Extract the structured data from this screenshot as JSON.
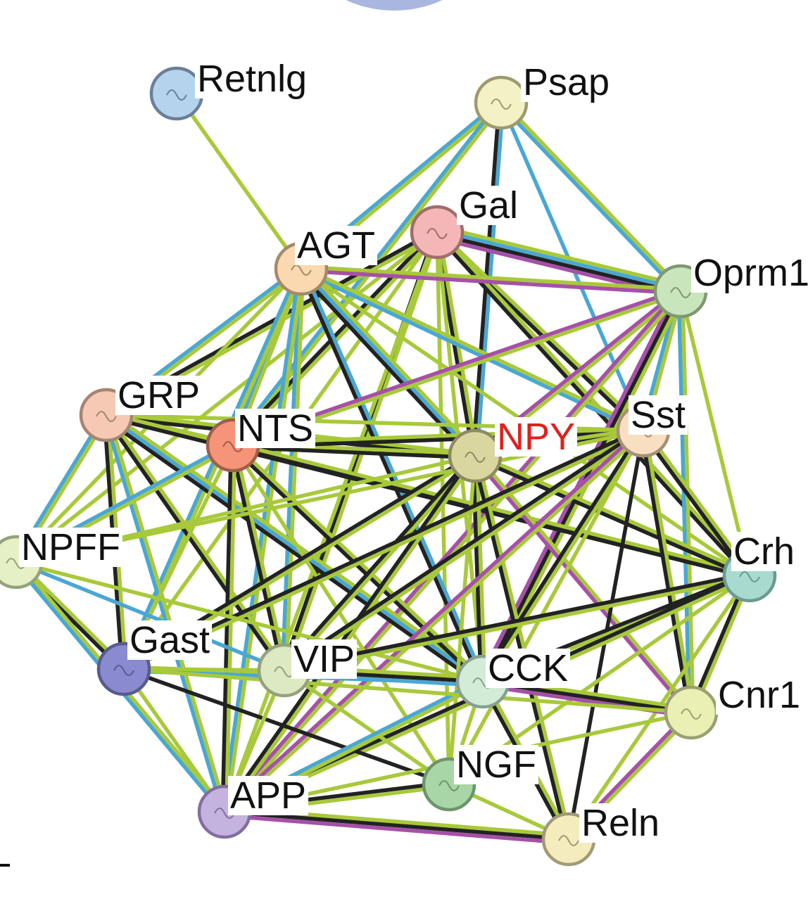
{
  "network": {
    "colors": {
      "textmining": "#a8c93a",
      "database": "#4aa7d3",
      "coexpression": "#222222",
      "experiment": "#a650a8",
      "highlight": "#e0201c",
      "label": "#111111"
    },
    "nodes": [
      {
        "id": "Retnlg",
        "label": "Retnlg",
        "fill": "#b5d3ec",
        "stroke": "#6a7f99"
      },
      {
        "id": "Psap",
        "label": "Psap",
        "fill": "#f2f2c4",
        "stroke": "#9d9a70"
      },
      {
        "id": "Gal",
        "label": "Gal",
        "fill": "#f4b6b6",
        "stroke": "#a06c6c"
      },
      {
        "id": "AGT",
        "label": "AGT",
        "fill": "#fad9b0",
        "stroke": "#a4896a"
      },
      {
        "id": "Oprm1",
        "label": "Oprm1",
        "fill": "#c9e5bb",
        "stroke": "#809873"
      },
      {
        "id": "GRP",
        "label": "GRP",
        "fill": "#f5c9b4",
        "stroke": "#a58571"
      },
      {
        "id": "NTS",
        "label": "NTS",
        "fill": "#f59478",
        "stroke": "#9d5e4c"
      },
      {
        "id": "NPY",
        "label": "NPY",
        "fill": "#d9d6a0",
        "stroke": "#8c8a62",
        "highlight": true
      },
      {
        "id": "Sst",
        "label": "Sst",
        "fill": "#f8dfc1",
        "stroke": "#a69075"
      },
      {
        "id": "NPFF",
        "label": "NPFF",
        "fill": "#e6f0c6",
        "stroke": "#94a27b"
      },
      {
        "id": "Crh",
        "label": "Crh",
        "fill": "#a8dad0",
        "stroke": "#6b9a91"
      },
      {
        "id": "Gast",
        "label": "Gast",
        "fill": "#8a8ad0",
        "stroke": "#5a5a90"
      },
      {
        "id": "VIP",
        "label": "VIP",
        "fill": "#dde9c3",
        "stroke": "#94a27b"
      },
      {
        "id": "CCK",
        "label": "CCK",
        "fill": "#d3ecd8",
        "stroke": "#88a090"
      },
      {
        "id": "Cnr1",
        "label": "Cnr1",
        "fill": "#eaf0b4",
        "stroke": "#9aa070"
      },
      {
        "id": "NGF",
        "label": "NGF",
        "fill": "#a9d6a6",
        "stroke": "#6c956b"
      },
      {
        "id": "APP",
        "label": "APP",
        "fill": "#c4b2df",
        "stroke": "#826f9e"
      },
      {
        "id": "Reln",
        "label": "Reln",
        "fill": "#f4ecbc",
        "stroke": "#a09a78"
      }
    ],
    "edges": [
      {
        "a": "Retnlg",
        "b": "AGT",
        "types": [
          "textmining"
        ]
      },
      {
        "a": "Psap",
        "b": "AGT",
        "types": [
          "textmining",
          "database"
        ]
      },
      {
        "a": "Psap",
        "b": "Oprm1",
        "types": [
          "textmining",
          "database"
        ]
      },
      {
        "a": "Psap",
        "b": "Sst",
        "types": [
          "database"
        ]
      },
      {
        "a": "Psap",
        "b": "NPY",
        "types": [
          "database",
          "coexpression"
        ]
      },
      {
        "a": "Psap",
        "b": "NTS",
        "types": [
          "textmining",
          "database"
        ]
      },
      {
        "a": "Gal",
        "b": "Oprm1",
        "types": [
          "textmining",
          "database",
          "coexpression",
          "experiment"
        ]
      },
      {
        "a": "Gal",
        "b": "GRP",
        "types": [
          "textmining",
          "coexpression"
        ]
      },
      {
        "a": "Gal",
        "b": "NTS",
        "types": [
          "textmining",
          "coexpression"
        ]
      },
      {
        "a": "Gal",
        "b": "NPY",
        "types": [
          "textmining",
          "coexpression"
        ]
      },
      {
        "a": "Gal",
        "b": "Sst",
        "types": [
          "textmining",
          "coexpression"
        ]
      },
      {
        "a": "Gal",
        "b": "NPFF",
        "types": [
          "textmining"
        ]
      },
      {
        "a": "Gal",
        "b": "Crh",
        "types": [
          "textmining",
          "coexpression"
        ]
      },
      {
        "a": "Gal",
        "b": "VIP",
        "types": [
          "textmining",
          "coexpression"
        ]
      },
      {
        "a": "Gal",
        "b": "CCK",
        "types": [
          "textmining"
        ]
      },
      {
        "a": "Gal",
        "b": "Gast",
        "types": [
          "textmining"
        ]
      },
      {
        "a": "Gal",
        "b": "APP",
        "types": [
          "textmining"
        ]
      },
      {
        "a": "Gal",
        "b": "NGF",
        "types": [
          "textmining"
        ]
      },
      {
        "a": "AGT",
        "b": "Oprm1",
        "types": [
          "textmining",
          "experiment"
        ]
      },
      {
        "a": "AGT",
        "b": "GRP",
        "types": [
          "textmining",
          "database"
        ]
      },
      {
        "a": "AGT",
        "b": "NTS",
        "types": [
          "textmining",
          "database"
        ]
      },
      {
        "a": "AGT",
        "b": "NPY",
        "types": [
          "textmining",
          "database",
          "coexpression"
        ]
      },
      {
        "a": "AGT",
        "b": "Sst",
        "types": [
          "textmining",
          "database"
        ]
      },
      {
        "a": "AGT",
        "b": "Crh",
        "types": [
          "textmining"
        ]
      },
      {
        "a": "AGT",
        "b": "Gast",
        "types": [
          "textmining",
          "database"
        ]
      },
      {
        "a": "AGT",
        "b": "VIP",
        "types": [
          "textmining",
          "database"
        ]
      },
      {
        "a": "AGT",
        "b": "CCK",
        "types": [
          "database",
          "coexpression"
        ]
      },
      {
        "a": "AGT",
        "b": "APP",
        "types": [
          "textmining",
          "database"
        ]
      },
      {
        "a": "AGT",
        "b": "NPFF",
        "types": [
          "textmining"
        ]
      },
      {
        "a": "Oprm1",
        "b": "NTS",
        "types": [
          "textmining",
          "experiment"
        ]
      },
      {
        "a": "Oprm1",
        "b": "Sst",
        "types": [
          "textmining",
          "database"
        ]
      },
      {
        "a": "Oprm1",
        "b": "NPY",
        "types": [
          "textmining",
          "experiment"
        ]
      },
      {
        "a": "Oprm1",
        "b": "CCK",
        "types": [
          "textmining",
          "coexpression",
          "experiment"
        ]
      },
      {
        "a": "Oprm1",
        "b": "Crh",
        "types": [
          "textmining"
        ]
      },
      {
        "a": "Oprm1",
        "b": "Cnr1",
        "types": [
          "textmining",
          "database"
        ]
      },
      {
        "a": "Oprm1",
        "b": "APP",
        "types": [
          "textmining",
          "experiment"
        ]
      },
      {
        "a": "GRP",
        "b": "NTS",
        "types": [
          "textmining",
          "coexpression"
        ]
      },
      {
        "a": "GRP",
        "b": "NPY",
        "types": [
          "textmining",
          "coexpression"
        ]
      },
      {
        "a": "GRP",
        "b": "Sst",
        "types": [
          "textmining"
        ]
      },
      {
        "a": "GRP",
        "b": "NPFF",
        "types": [
          "textmining",
          "database"
        ]
      },
      {
        "a": "GRP",
        "b": "Crh",
        "types": [
          "textmining",
          "coexpression"
        ]
      },
      {
        "a": "GRP",
        "b": "Gast",
        "types": [
          "textmining",
          "coexpression"
        ]
      },
      {
        "a": "GRP",
        "b": "VIP",
        "types": [
          "textmining",
          "coexpression"
        ]
      },
      {
        "a": "GRP",
        "b": "CCK",
        "types": [
          "textmining",
          "database",
          "coexpression"
        ]
      },
      {
        "a": "GRP",
        "b": "APP",
        "types": [
          "textmining",
          "database"
        ]
      },
      {
        "a": "NTS",
        "b": "NPY",
        "types": [
          "textmining",
          "coexpression"
        ]
      },
      {
        "a": "NTS",
        "b": "Sst",
        "types": [
          "textmining",
          "coexpression"
        ]
      },
      {
        "a": "NTS",
        "b": "NPFF",
        "types": [
          "textmining",
          "database"
        ]
      },
      {
        "a": "NTS",
        "b": "Crh",
        "types": [
          "textmining",
          "coexpression"
        ]
      },
      {
        "a": "NTS",
        "b": "Gast",
        "types": [
          "textmining"
        ]
      },
      {
        "a": "NTS",
        "b": "VIP",
        "types": [
          "textmining",
          "coexpression"
        ]
      },
      {
        "a": "NTS",
        "b": "CCK",
        "types": [
          "textmining",
          "coexpression"
        ]
      },
      {
        "a": "NTS",
        "b": "APP",
        "types": [
          "textmining",
          "coexpression"
        ]
      },
      {
        "a": "NTS",
        "b": "NGF",
        "types": [
          "textmining"
        ]
      },
      {
        "a": "NPY",
        "b": "Sst",
        "types": [
          "textmining",
          "coexpression"
        ]
      },
      {
        "a": "NPY",
        "b": "NPFF",
        "types": [
          "textmining"
        ]
      },
      {
        "a": "NPY",
        "b": "Crh",
        "types": [
          "textmining",
          "coexpression"
        ]
      },
      {
        "a": "NPY",
        "b": "Gast",
        "types": [
          "textmining",
          "coexpression"
        ]
      },
      {
        "a": "NPY",
        "b": "VIP",
        "types": [
          "textmining",
          "coexpression"
        ]
      },
      {
        "a": "NPY",
        "b": "CCK",
        "types": [
          "textmining",
          "coexpression"
        ]
      },
      {
        "a": "NPY",
        "b": "Cnr1",
        "types": [
          "textmining",
          "experiment"
        ]
      },
      {
        "a": "NPY",
        "b": "NGF",
        "types": [
          "textmining"
        ]
      },
      {
        "a": "NPY",
        "b": "APP",
        "types": [
          "textmining",
          "coexpression"
        ]
      },
      {
        "a": "NPY",
        "b": "Reln",
        "types": [
          "textmining",
          "coexpression"
        ]
      },
      {
        "a": "Sst",
        "b": "Crh",
        "types": [
          "textmining",
          "coexpression"
        ]
      },
      {
        "a": "Sst",
        "b": "Gast",
        "types": [
          "textmining",
          "coexpression"
        ]
      },
      {
        "a": "Sst",
        "b": "VIP",
        "types": [
          "textmining",
          "coexpression"
        ]
      },
      {
        "a": "Sst",
        "b": "CCK",
        "types": [
          "textmining",
          "coexpression"
        ]
      },
      {
        "a": "Sst",
        "b": "Cnr1",
        "types": [
          "textmining",
          "coexpression"
        ]
      },
      {
        "a": "Sst",
        "b": "NGF",
        "types": [
          "textmining"
        ]
      },
      {
        "a": "Sst",
        "b": "APP",
        "types": [
          "textmining",
          "experiment"
        ]
      },
      {
        "a": "Sst",
        "b": "Reln",
        "types": [
          "coexpression"
        ]
      },
      {
        "a": "Sst",
        "b": "NPFF",
        "types": [
          "textmining"
        ]
      },
      {
        "a": "NPFF",
        "b": "Gast",
        "types": [
          "textmining",
          "coexpression"
        ]
      },
      {
        "a": "NPFF",
        "b": "APP",
        "types": [
          "textmining",
          "database"
        ]
      },
      {
        "a": "NPFF",
        "b": "VIP",
        "types": [
          "database"
        ]
      },
      {
        "a": "NPFF",
        "b": "CCK",
        "types": [
          "textmining"
        ]
      },
      {
        "a": "Crh",
        "b": "VIP",
        "types": [
          "textmining",
          "coexpression"
        ]
      },
      {
        "a": "Crh",
        "b": "CCK",
        "types": [
          "textmining",
          "coexpression"
        ]
      },
      {
        "a": "Crh",
        "b": "Cnr1",
        "types": [
          "textmining",
          "coexpression"
        ]
      },
      {
        "a": "Crh",
        "b": "NGF",
        "types": [
          "textmining"
        ]
      },
      {
        "a": "Crh",
        "b": "APP",
        "types": [
          "textmining",
          "coexpression"
        ]
      },
      {
        "a": "Crh",
        "b": "Reln",
        "types": [
          "textmining"
        ]
      },
      {
        "a": "Gast",
        "b": "VIP",
        "types": [
          "textmining"
        ]
      },
      {
        "a": "Gast",
        "b": "CCK",
        "types": [
          "textmining",
          "database"
        ]
      },
      {
        "a": "Gast",
        "b": "NGF",
        "types": [
          "coexpression"
        ]
      },
      {
        "a": "Gast",
        "b": "APP",
        "types": [
          "textmining"
        ]
      },
      {
        "a": "VIP",
        "b": "CCK",
        "types": [
          "textmining",
          "coexpression",
          "database"
        ]
      },
      {
        "a": "VIP",
        "b": "NGF",
        "types": [
          "textmining"
        ]
      },
      {
        "a": "VIP",
        "b": "APP",
        "types": [
          "textmining"
        ]
      },
      {
        "a": "CCK",
        "b": "Cnr1",
        "types": [
          "textmining",
          "coexpression",
          "experiment"
        ]
      },
      {
        "a": "CCK",
        "b": "NGF",
        "types": [
          "textmining"
        ]
      },
      {
        "a": "CCK",
        "b": "APP",
        "types": [
          "textmining",
          "database"
        ]
      },
      {
        "a": "CCK",
        "b": "Reln",
        "types": [
          "textmining",
          "coexpression"
        ]
      },
      {
        "a": "Cnr1",
        "b": "APP",
        "types": [
          "textmining"
        ]
      },
      {
        "a": "Cnr1",
        "b": "Reln",
        "types": [
          "textmining",
          "experiment"
        ]
      },
      {
        "a": "NGF",
        "b": "APP",
        "types": [
          "textmining",
          "coexpression"
        ]
      },
      {
        "a": "APP",
        "b": "Reln",
        "types": [
          "textmining",
          "coexpression",
          "experiment"
        ]
      },
      {
        "a": "Gast",
        "b": "Cnr1",
        "types": [
          "textmining"
        ]
      },
      {
        "a": "NGF",
        "b": "Reln",
        "types": [
          "textmining"
        ]
      }
    ]
  }
}
